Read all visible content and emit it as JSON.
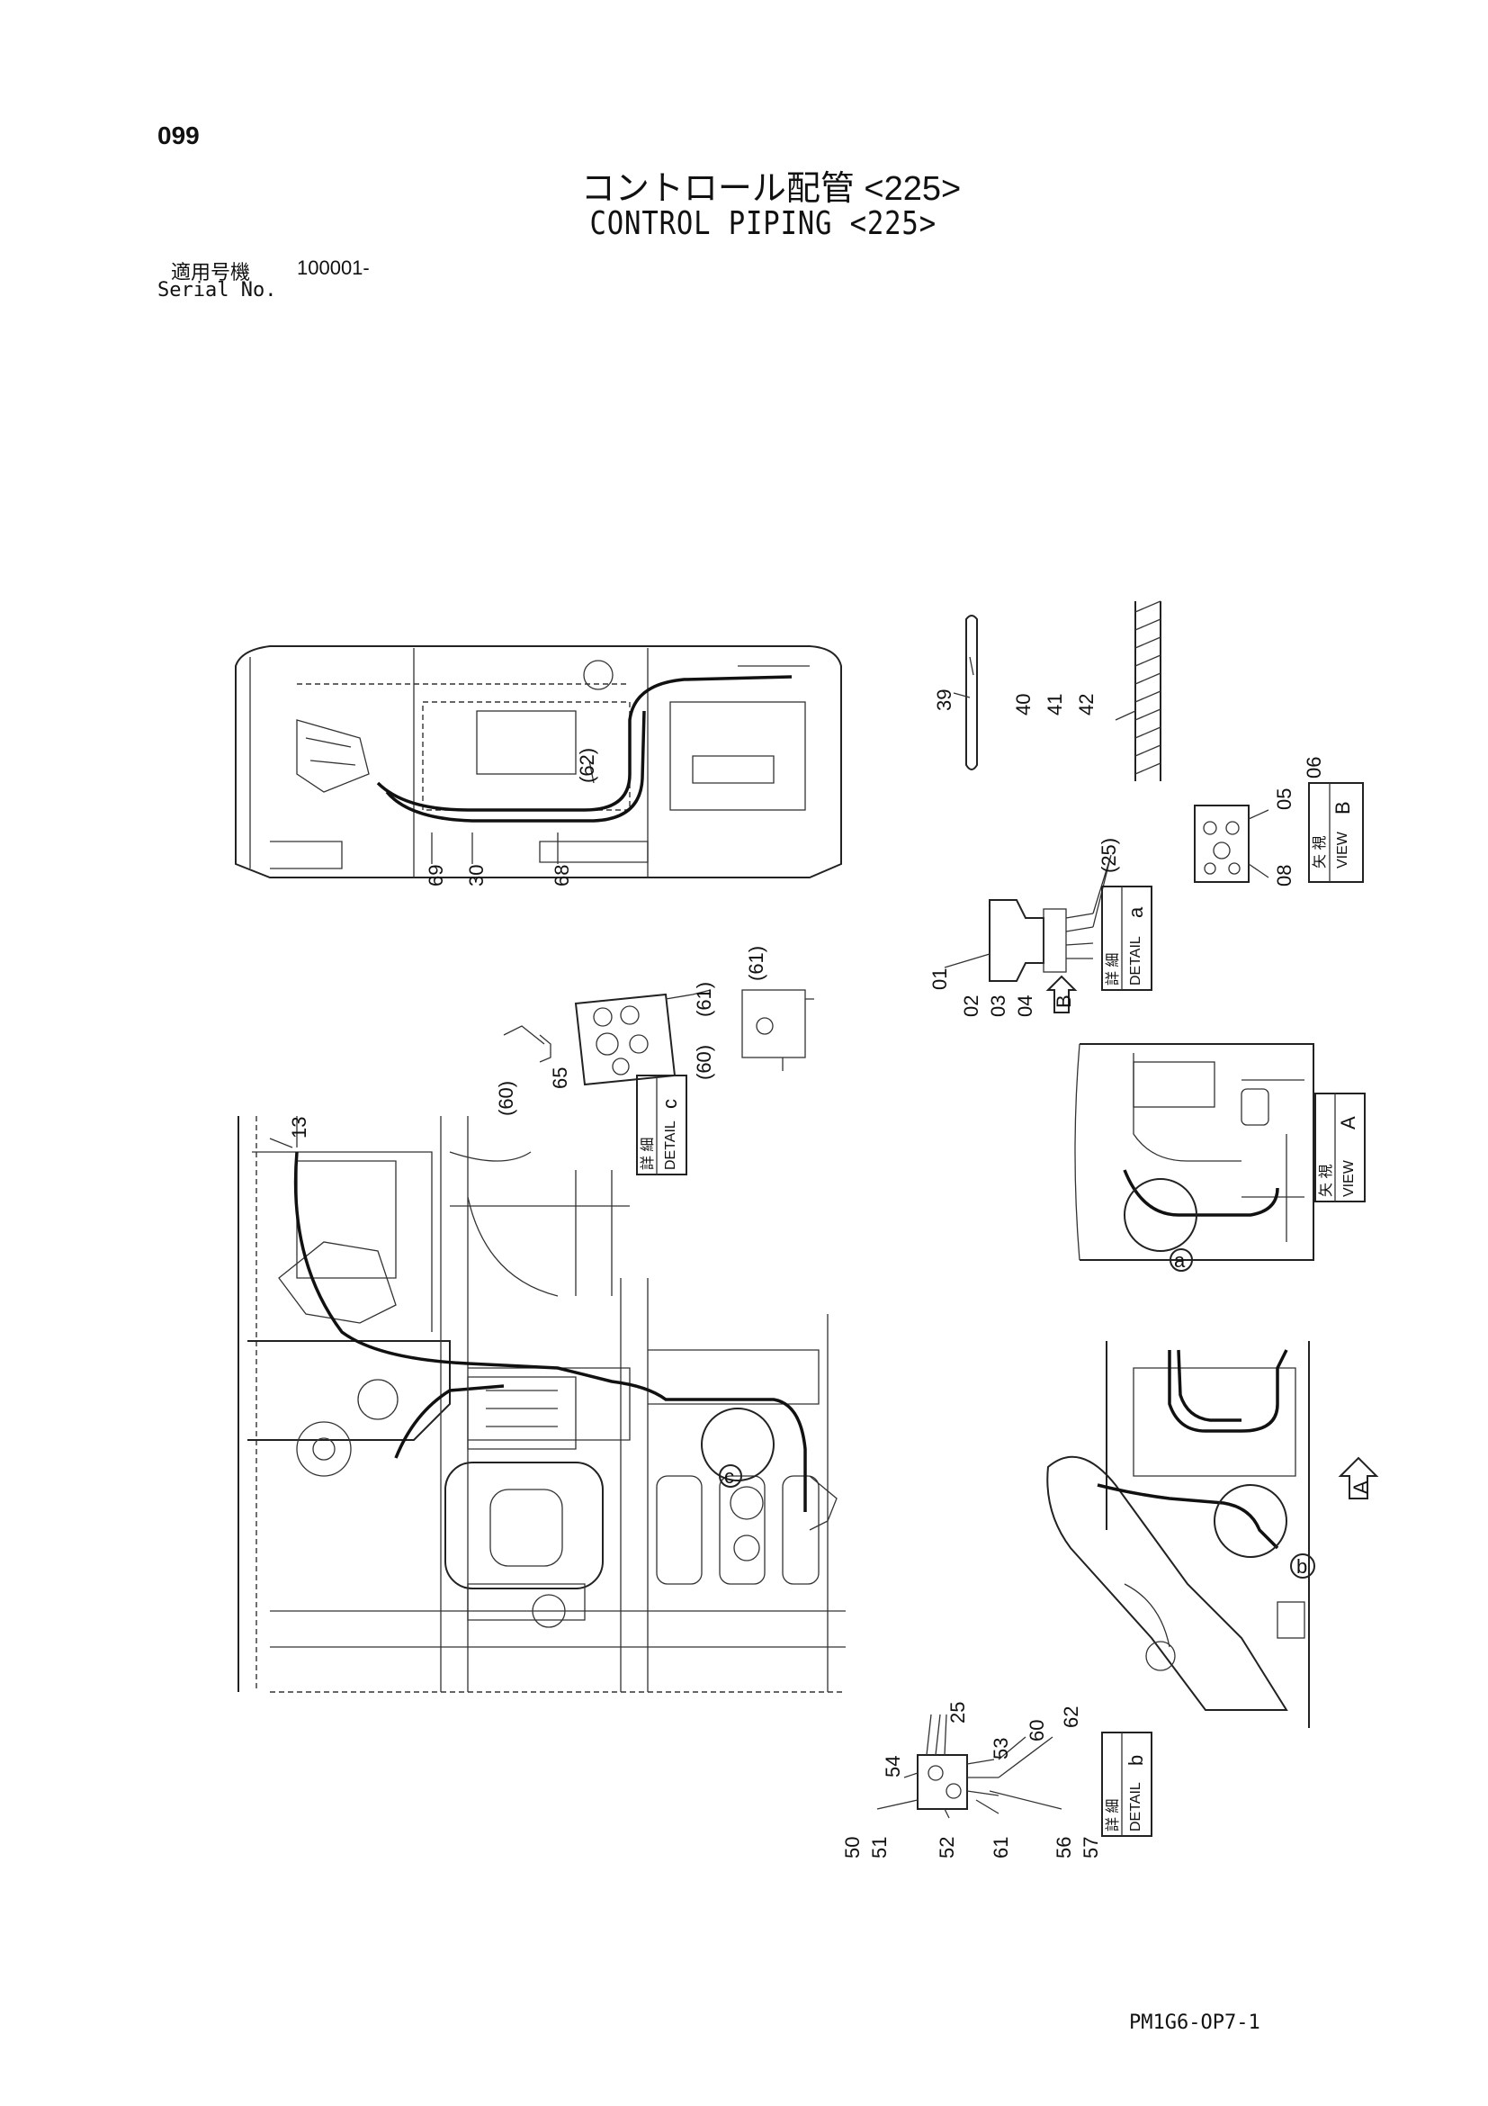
{
  "header": {
    "page_number": "099",
    "title_jp": "コントロール配管 <225>",
    "title_en": "CONTROL PIPING <225>",
    "serial_label_jp": "適用号機",
    "serial_value": "100001-",
    "serial_label_en": "Serial No."
  },
  "footer": {
    "code": "PM1G6-OP7-1"
  },
  "views": {
    "view_a": {
      "jp": "矢 視",
      "en": "VIEW",
      "letter": "A"
    },
    "view_b": {
      "jp": "矢 視",
      "en": "VIEW",
      "letter": "B"
    },
    "detail_a": {
      "jp": "詳 細",
      "en": "DETAIL",
      "letter": "a"
    },
    "detail_b": {
      "jp": "詳 細",
      "en": "DETAIL",
      "letter": "b"
    },
    "detail_c": {
      "jp": "詳 細",
      "en": "DETAIL",
      "letter": "c"
    }
  },
  "markers": {
    "circle_a": "a",
    "circle_b": "b",
    "circle_c": "c",
    "arrow_a": "A",
    "arrow_b": "B"
  },
  "callouts": {
    "top_view": [
      "69",
      "30",
      "68",
      "(62)"
    ],
    "clamp": [
      "39",
      "40",
      "41",
      "42"
    ],
    "view_b_parts": [
      "05",
      "06",
      "08"
    ],
    "detail_a_parts": [
      "(25)",
      "01",
      "02",
      "03",
      "04"
    ],
    "detail_c_parts": [
      "(61)",
      "(61)",
      "(60)",
      "(60)",
      "65"
    ],
    "main_view": [
      "13"
    ],
    "detail_b_parts": [
      "25",
      "53",
      "60",
      "62",
      "54",
      "50",
      "51",
      "52",
      "61",
      "56",
      "57"
    ]
  }
}
